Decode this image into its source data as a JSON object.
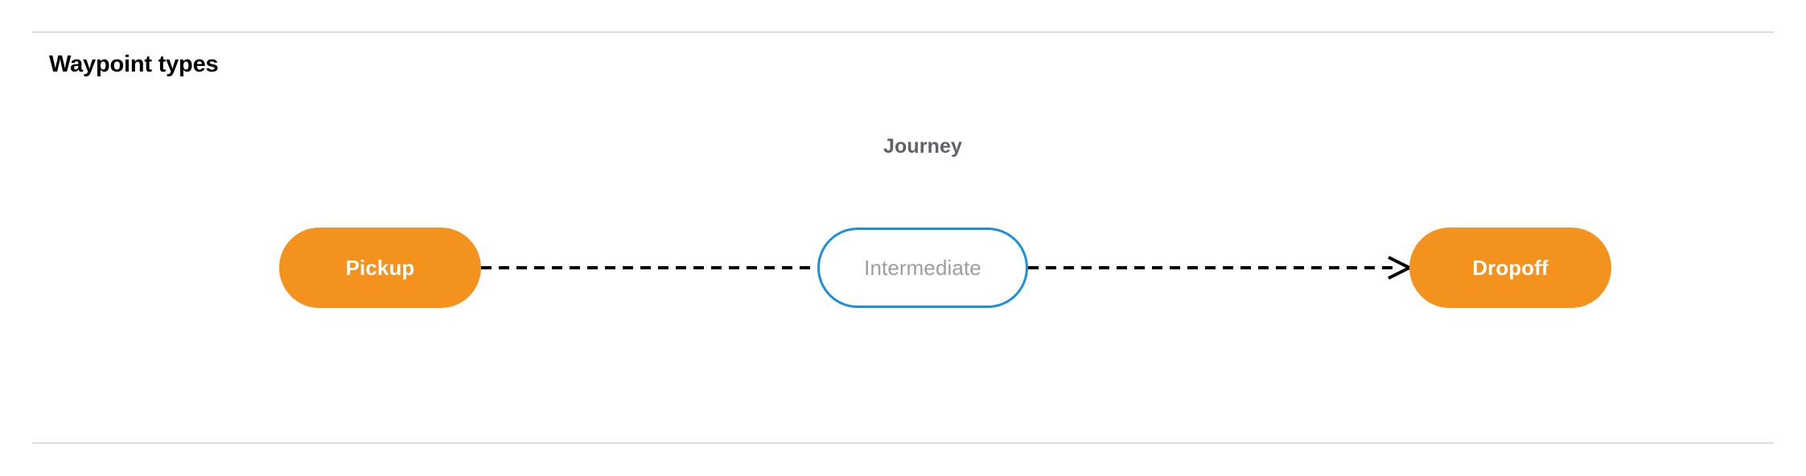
{
  "section": {
    "title": "Waypoint types"
  },
  "diagram": {
    "group_label": "Journey",
    "nodes": [
      {
        "id": "pickup",
        "label": "Pickup",
        "style": "filled",
        "fill": "#F4921E",
        "text_color": "#FFFFFF"
      },
      {
        "id": "intermediate",
        "label": "Intermediate",
        "style": "outlined",
        "fill": "#FFFFFF",
        "border_color": "#1A8FE0",
        "text_color": "#9E9E9E"
      },
      {
        "id": "dropoff",
        "label": "Dropoff",
        "style": "filled",
        "fill": "#F4921E",
        "text_color": "#FFFFFF"
      }
    ],
    "edges": [
      {
        "from": "pickup",
        "to": "intermediate",
        "style": "dashed",
        "arrowhead": false,
        "color": "#000000"
      },
      {
        "from": "intermediate",
        "to": "dropoff",
        "style": "dashed",
        "arrowhead": true,
        "color": "#000000"
      }
    ]
  },
  "colors": {
    "divider": "#DCDCDC",
    "label_gray": "#5F6368",
    "accent_orange": "#F4921E",
    "accent_blue": "#1A8FE0",
    "background": "#FFFFFF"
  }
}
